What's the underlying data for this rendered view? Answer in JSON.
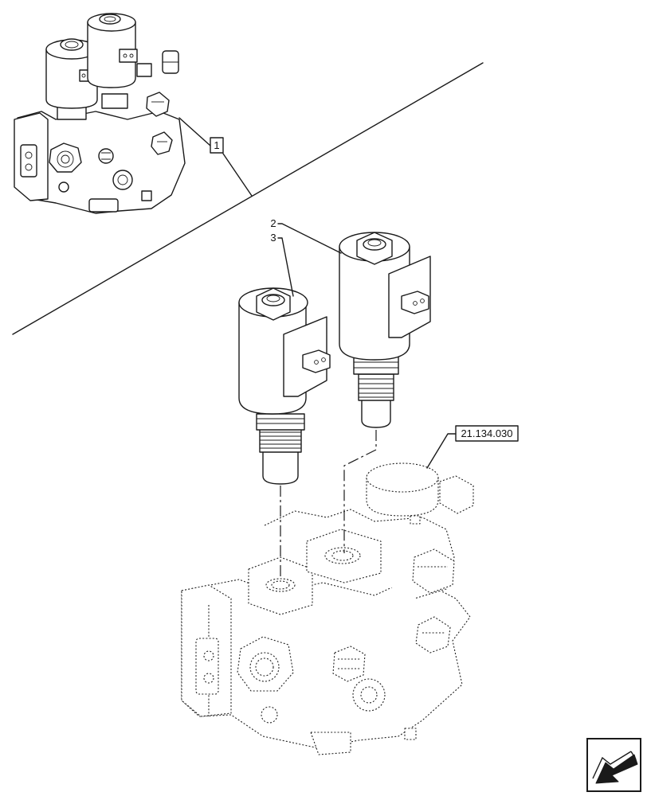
{
  "callouts": {
    "item1": "1",
    "item2": "2",
    "item3": "3",
    "reference": "21.134.030"
  },
  "icons": {
    "navigation": "previous-page-arrow-icon"
  }
}
